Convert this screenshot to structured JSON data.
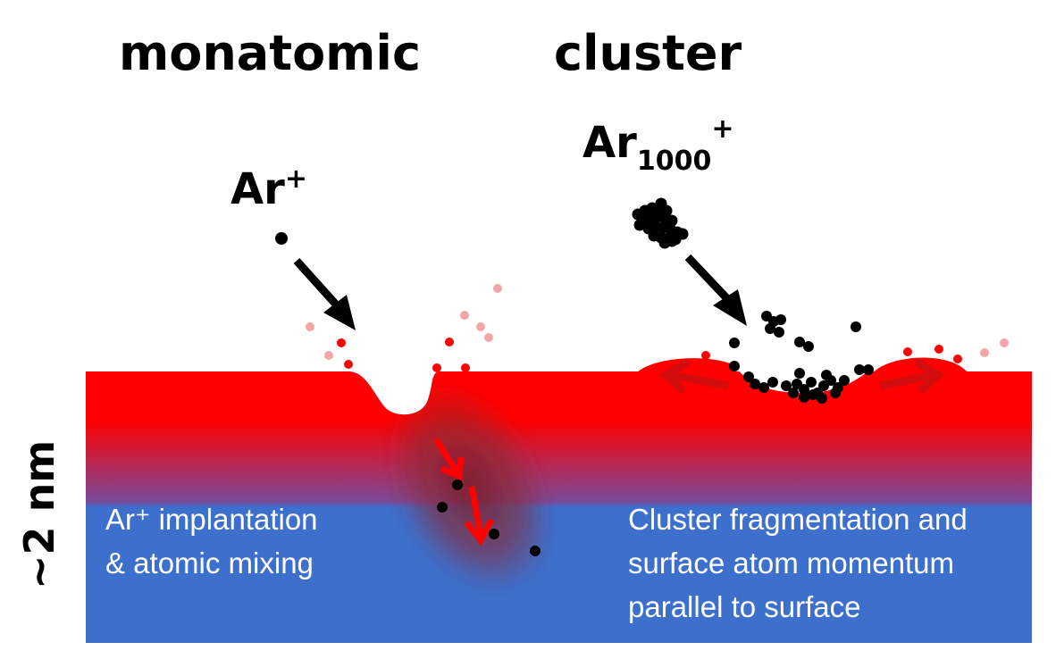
{
  "titles": {
    "left": "monatomic",
    "right": "cluster"
  },
  "ions": {
    "left": {
      "base": "Ar",
      "sup": "+"
    },
    "right": {
      "base": "Ar",
      "sub": "1000",
      "sup": "+"
    }
  },
  "depth_label": "~2 nm",
  "captions": {
    "left": [
      "Ar⁺ implantation",
      "& atomic mixing"
    ],
    "right": [
      "Cluster fragmentation and",
      "surface atom momentum",
      "parallel to surface"
    ]
  },
  "colors": {
    "surface_red": "#ff0000",
    "bulk_blue": "#3d6fcc",
    "ion": "#000000",
    "sputtered_light": "#f4a6a6"
  }
}
